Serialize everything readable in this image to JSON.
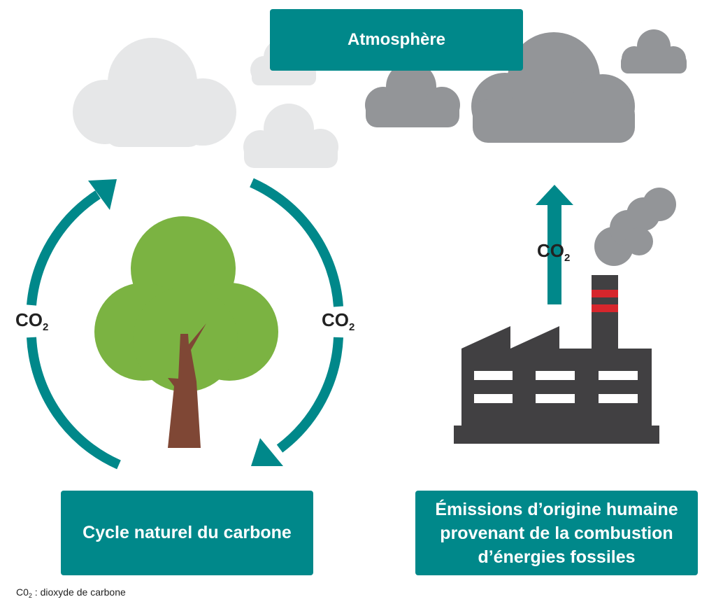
{
  "atmosphere_label": "Atmosphère",
  "natural_cycle_label": "Cycle naturel du carbone",
  "emissions_label_lines": [
    "Émissions d’origine humaine",
    "provenant de la combustion",
    "d’énergies fossiles"
  ],
  "co2": {
    "main": "CO",
    "sub": "2"
  },
  "footnote": {
    "main": "C0",
    "sub": "2",
    "text": " : dioxyde de carbone"
  },
  "colors": {
    "teal": "#00888a",
    "light_cloud": "#e6e7e8",
    "dark_cloud": "#939598",
    "tree_green": "#7bb342",
    "trunk": "#7f4735",
    "factory": "#414042",
    "chimney_stripe": "#d7262c"
  },
  "icons": [
    "tree-icon",
    "factory-icon",
    "cloud-icon",
    "smoke-icon",
    "arrow-icon"
  ]
}
